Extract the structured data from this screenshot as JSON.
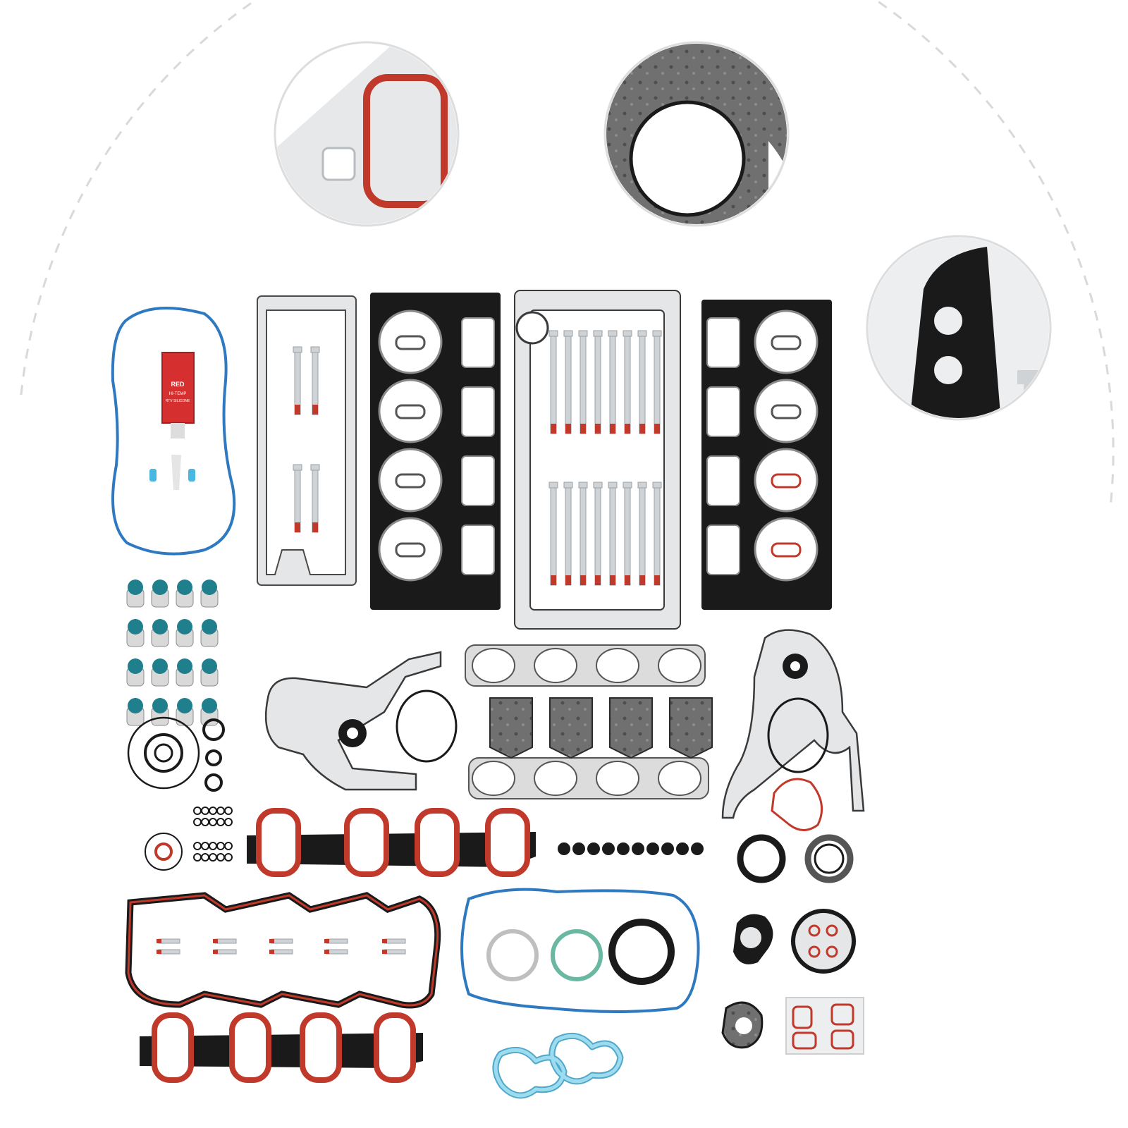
{
  "image": {
    "background": "#ffffff",
    "product": "engine-gasket-kit",
    "palette": {
      "black_gasket": "#1a1a1a",
      "silver_gasket": "#e4e6e8",
      "red_seal": "#c0392b",
      "blue_seal": "#2e79c0",
      "teal_cap": "#1f7f8c",
      "light_blue_gasket": "#8fd3ea",
      "graphite": "#6b6b6b",
      "bolt": "#cfd3d6",
      "bolt_tip": "#c0392b",
      "dash_circle": "#d9d9d9"
    }
  },
  "sealant_tube": {
    "label_main": "RED",
    "label_sub": "HI-TEMP",
    "label_type": "RTV SILICONE"
  }
}
